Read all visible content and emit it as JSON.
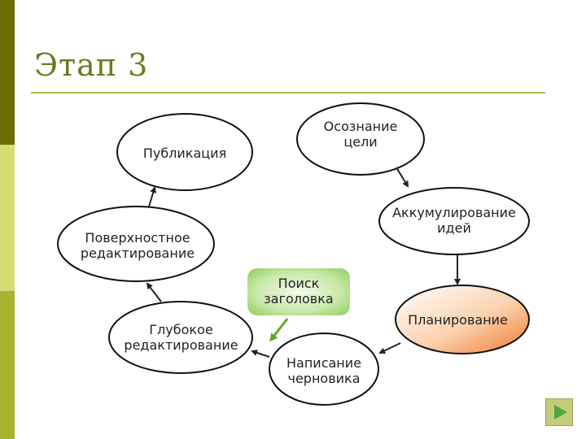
{
  "slide": {
    "title": "Этап 3"
  },
  "colors": {
    "sidebar_dark": "#6b6d05",
    "sidebar_light": "#d5dc73",
    "sidebar_mid": "#a9b32e",
    "accent_line": "#b3b84e",
    "green_box": "#a9d97a",
    "green_arrow": "#5ea82e",
    "orange_fill": "#f07a2a"
  },
  "nodes": {
    "osoznanie": "Осознание\nцели",
    "akkumulirovanie": "Аккумулирование\nидей",
    "planirovanie": "Планирование",
    "napisanie": "Написание\nчерновика",
    "glubokoe": "Глубокое\nредактирование",
    "poverkhnostnoe": "Поверхностное\nредактирование",
    "publikatsiya": "Публикация",
    "poisk": "Поиск\nзаголовка"
  },
  "controls": {
    "next_icon": "play-icon"
  }
}
